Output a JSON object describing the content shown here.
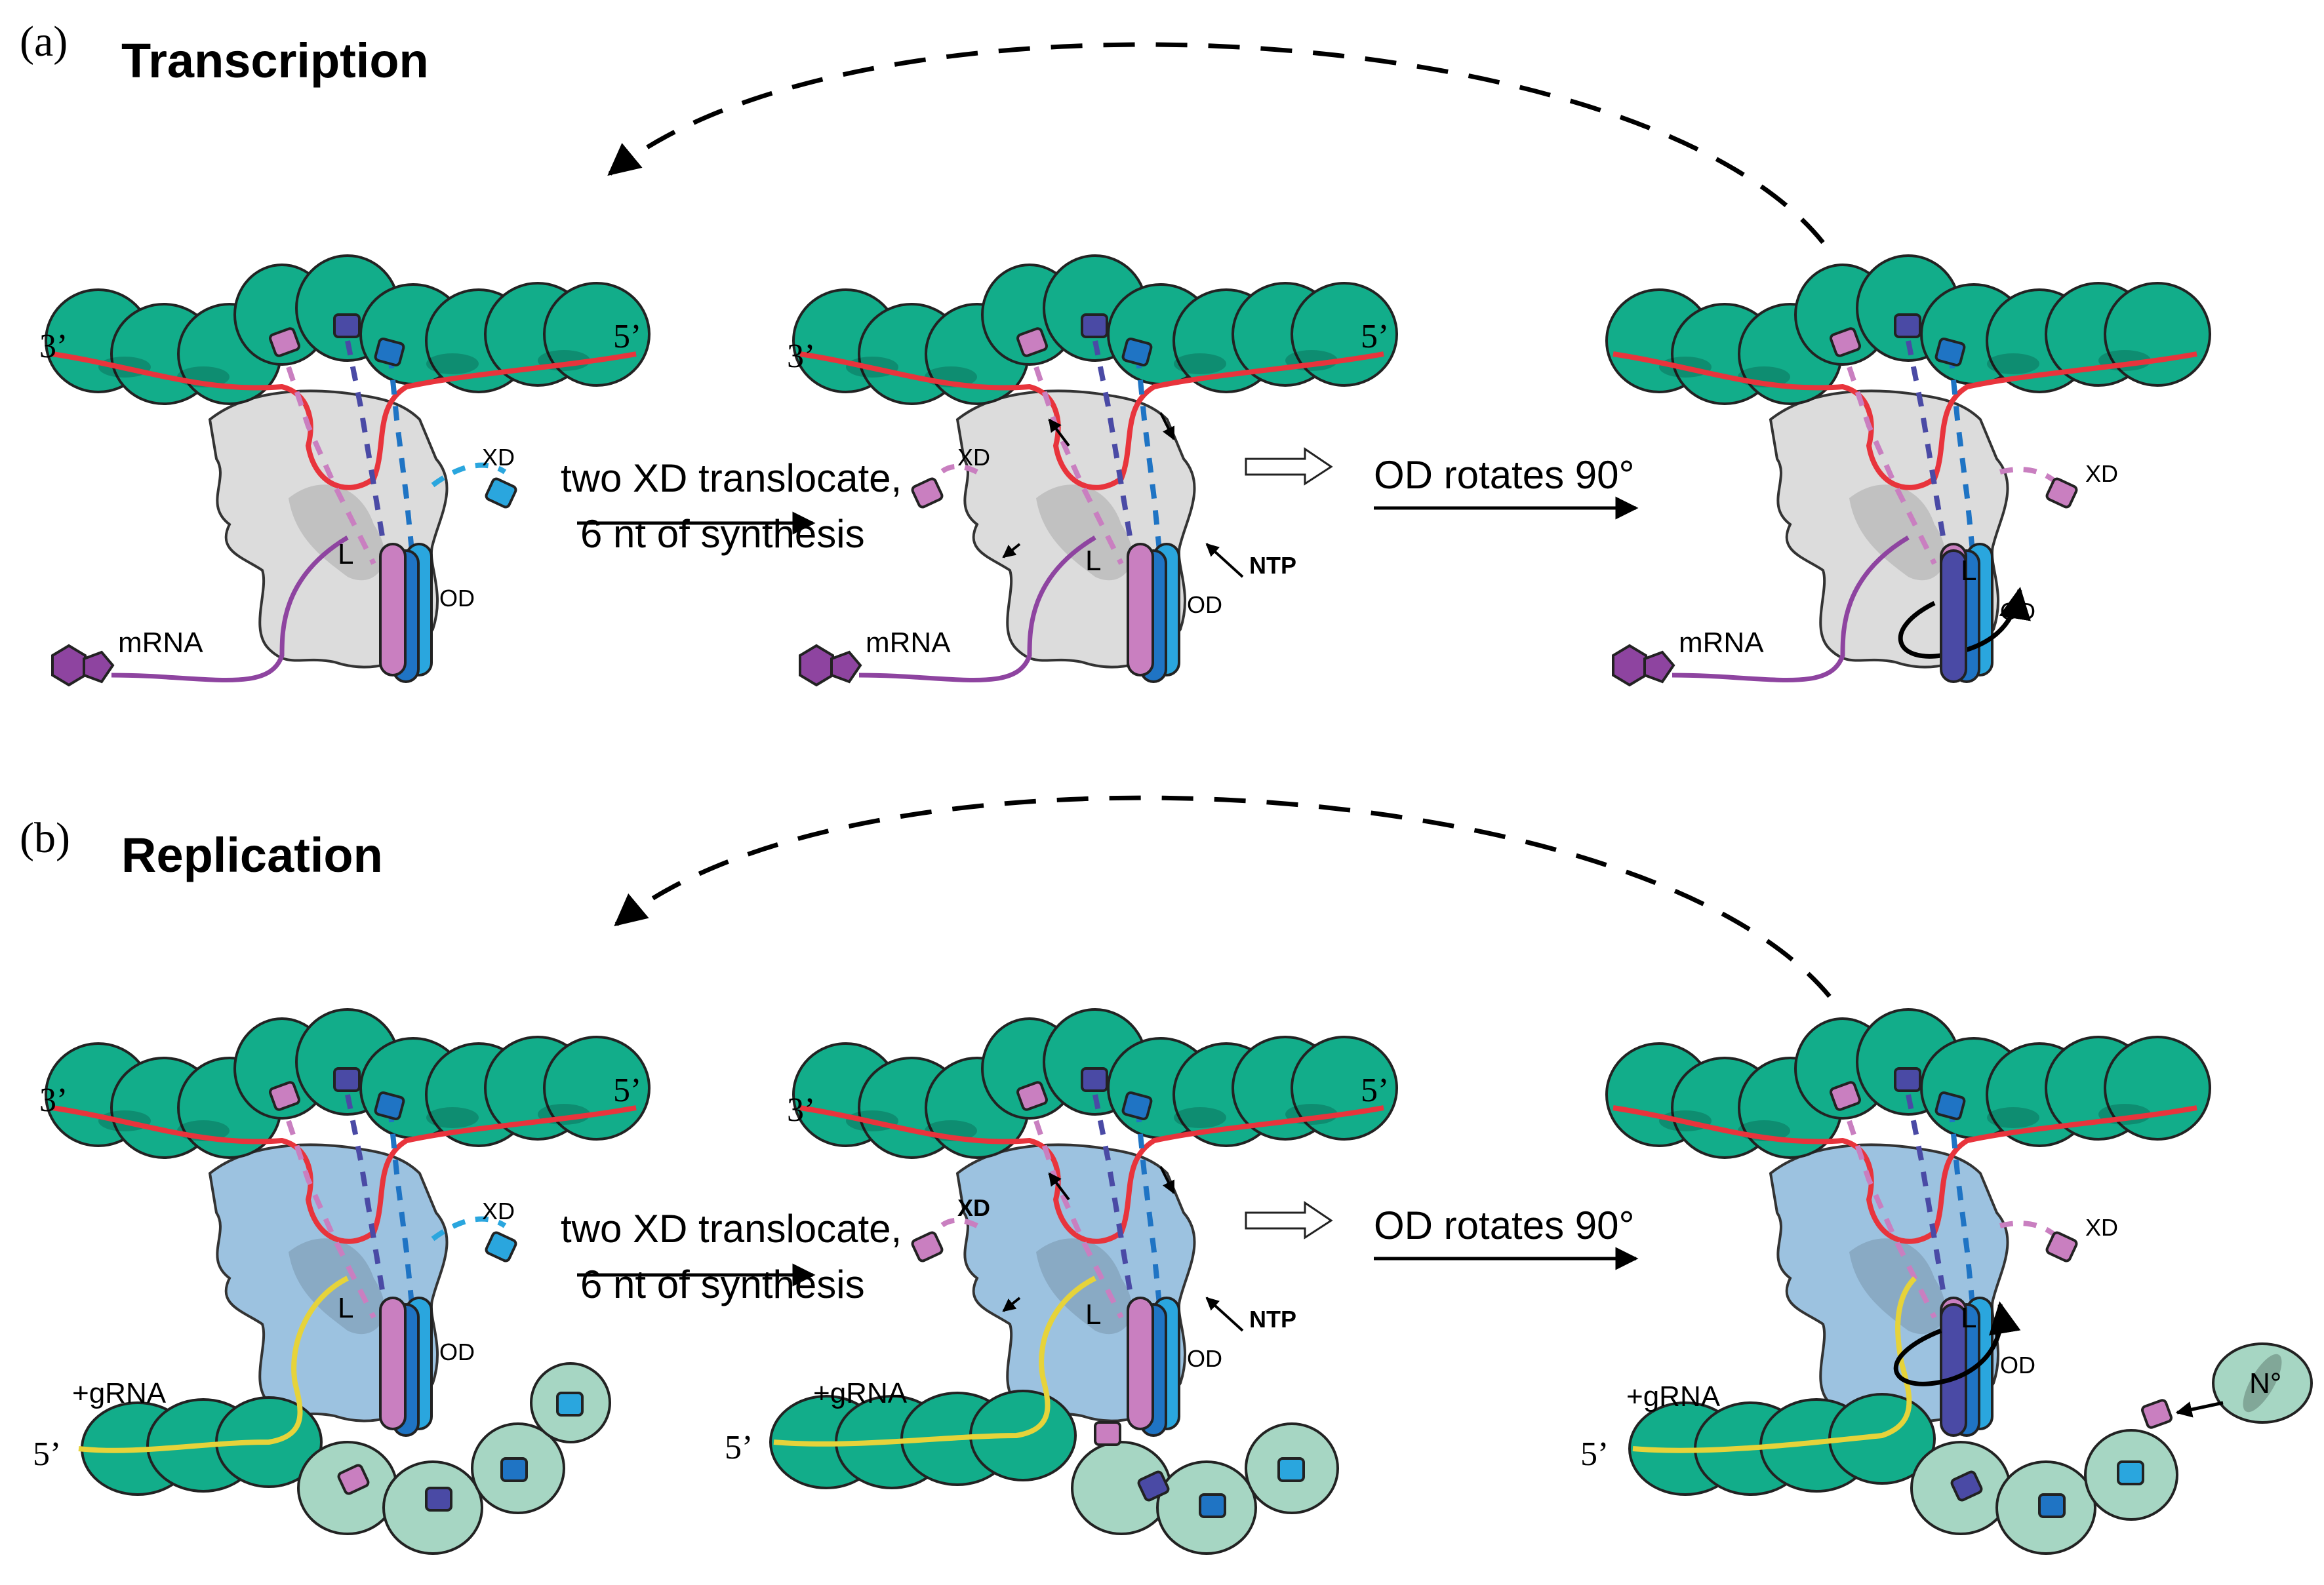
{
  "panels": [
    {
      "letter": "(a)",
      "title": "Transcription",
      "step1": {
        "line1": "two XD translocate,",
        "line2": "6 nt of synthesis"
      },
      "step2": {
        "line1": "OD rotates 90°"
      },
      "labels": {
        "three_prime": "3’",
        "five_prime": "5’",
        "xd": "XD",
        "l": "L",
        "od": "OD",
        "ntp": "NTP",
        "product": "mRNA"
      }
    },
    {
      "letter": "(b)",
      "title": "Replication",
      "step1": {
        "line1": "two XD translocate,",
        "line2": "6 nt of synthesis"
      },
      "step2": {
        "line1": "OD rotates 90°"
      },
      "labels": {
        "three_prime": "3’",
        "five_prime": "5’",
        "xd": "XD",
        "l": "L",
        "od": "OD",
        "ntp": "NTP",
        "product": "+gRNA",
        "n_zero": "N°"
      }
    }
  ],
  "colors": {
    "nucleoprotein": "#12ad8a",
    "template_rna": "#e8343c",
    "mrna": "#8e44a0",
    "grna": "#e6d33a",
    "polymerase_transcription": "#dcdcdc",
    "polymerase_replication": "#9cc2e0",
    "p_pink": "#c97fc0",
    "p_navy": "#4a4aa5",
    "p_blue": "#1f74c4",
    "p_cyan": "#2aa6de",
    "n_zero": "#a6d6c3"
  }
}
